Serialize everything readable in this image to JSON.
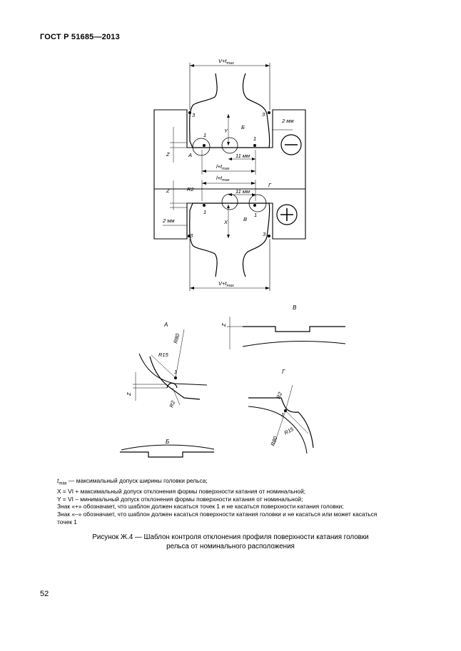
{
  "header": {
    "title": "ГОСТ Р 51685—2013"
  },
  "drawing_labels": {
    "width_dim": "V+t",
    "max_sub": "max",
    "inner_dim": "l+t",
    "eleven_mm": "11 мм",
    "two_mm": "2 мм",
    "y": "Y",
    "x": "X",
    "z": "Z",
    "pt1": "1",
    "pt3": "3",
    "r2": "R2",
    "r15": "R15",
    "r80": "R80",
    "a": "А",
    "b": "Б",
    "v": "В",
    "g": "Г"
  },
  "legend": {
    "t_symbol": "t",
    "t_sub": "max",
    "t_text": " — максимальный допуск ширины головки рельса;",
    "line2": "X = VI + максимальный допуск отклонения формы поверхности катания от номинальной;",
    "line3": "Y = VI – минимальный допуск отклонения формы поверхности катания от номинальной;",
    "line4": "Знак «+» обозначает, что шаблон должен касаться точек 1 и не касаться поверхности катания головки;",
    "line5": "Знак «–» обозначает, что шаблон должен касаться поверхности катания головки и не касаться или может касаться",
    "line6": "точек 1"
  },
  "caption": {
    "line1": "Рисунок Ж.4 — Шаблон контроля отклонения профиля поверхности катания головки",
    "line2": "рельса от номинального расположения"
  },
  "footer": {
    "page_number": "52"
  }
}
